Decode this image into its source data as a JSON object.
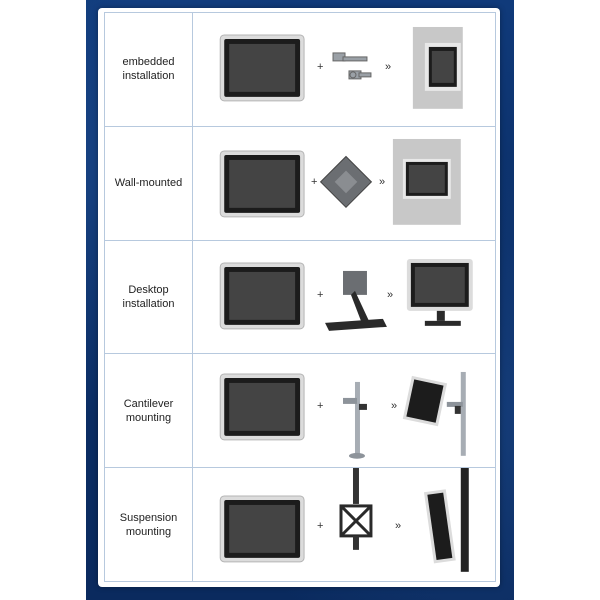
{
  "rows": [
    {
      "label": "embedded\ninstallation",
      "plus": "+",
      "arrow": "»"
    },
    {
      "label": "Wall-mounted",
      "plus": "+",
      "arrow": "»"
    },
    {
      "label": "Desktop\ninstallation",
      "plus": "+",
      "arrow": "»"
    },
    {
      "label": "Cantilever\nmounting",
      "plus": "+",
      "arrow": "»"
    },
    {
      "label": "Suspension\nmounting",
      "plus": "+",
      "arrow": "»"
    }
  ],
  "colors": {
    "backdrop": "#0b2f68",
    "border": "#b7c9de",
    "screen": "#3a3a3a",
    "bezel": "#1c1c1c",
    "frame": "#d9d9d9"
  }
}
